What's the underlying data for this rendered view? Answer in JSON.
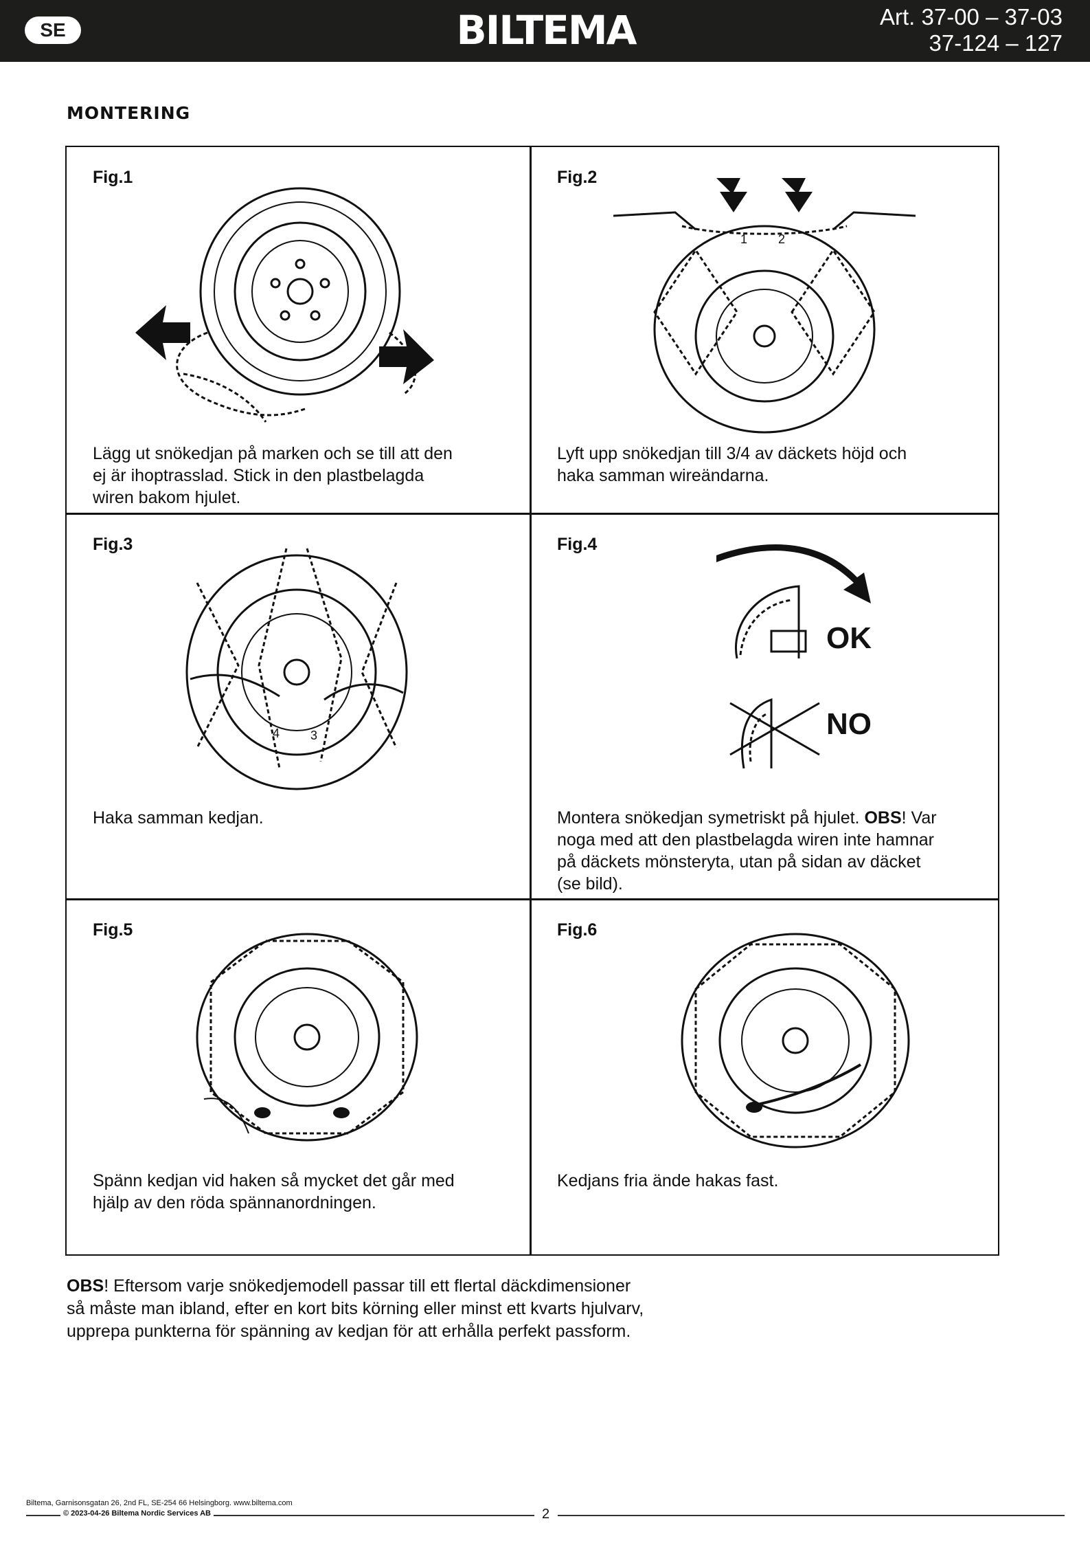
{
  "header": {
    "lang_badge": "SE",
    "brand": "BILTEMA",
    "art_line1": "Art. 37-00 – 37-03",
    "art_line2": "37-124 – 127"
  },
  "section_title": "MONTERING",
  "figures": [
    {
      "label": "Fig.1",
      "caption": [
        "Lägg ut snökedjan på marken och se till att den",
        "ej är ihoptrasslad. Stick in den plastbelagda",
        "wiren bakom hjulet."
      ]
    },
    {
      "label": "Fig.2",
      "caption": [
        "Lyft upp snökedjan till 3/4 av däckets höjd och",
        "haka samman wireändarna."
      ],
      "callouts": [
        "1",
        "2"
      ]
    },
    {
      "label": "Fig.3",
      "caption": [
        "Haka samman kedjan."
      ],
      "callouts": [
        "4",
        "3"
      ]
    },
    {
      "label": "Fig.4",
      "caption_line1_pre": "Montera snökedjan symetriskt på hjulet. ",
      "caption_line1_bold": "OBS",
      "caption_line1_post": "! Var",
      "caption": [
        "noga med att den plastbelagda wiren inte hamnar",
        "på däckets mönsteryta, utan på sidan av däcket",
        "(se bild)."
      ],
      "ok_label": "OK",
      "no_label": "NO"
    },
    {
      "label": "Fig.5",
      "caption": [
        "Spänn kedjan vid haken så mycket det går med",
        "hjälp av den röda spännanordningen."
      ]
    },
    {
      "label": "Fig.6",
      "caption": [
        "Kedjans fria ände hakas fast."
      ]
    }
  ],
  "note": {
    "bold": "OBS",
    "line1": "! Eftersom varje snökedjemodell passar till ett flertal däckdimensioner",
    "line2": "så måste man ibland, efter en kort bits körning eller minst ett kvarts hjulvarv,",
    "line3": "upprepa punkterna för spänning av kedjan för att erhålla perfekt passform."
  },
  "footer": {
    "address": "Biltema, Garnisonsgatan 26, 2nd FL, SE-254 66 Helsingborg. www.biltema.com",
    "copyright": "© 2023-04-26 Biltema Nordic Services AB",
    "page": "2"
  }
}
